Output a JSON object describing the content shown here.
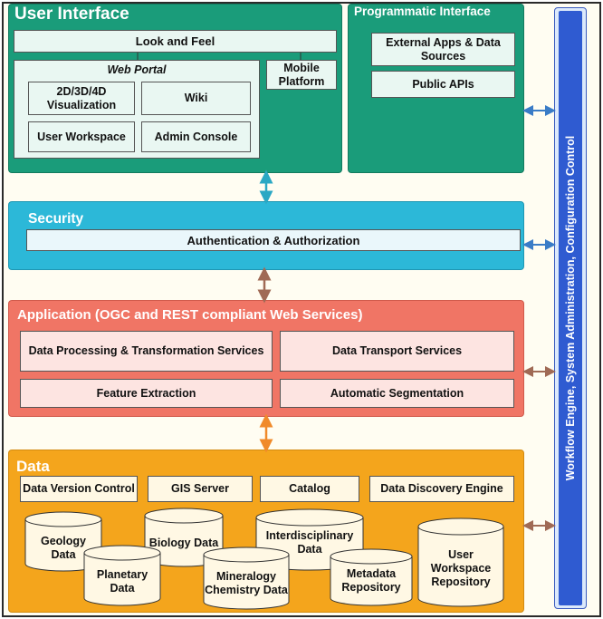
{
  "user_interface": {
    "title": "User Interface",
    "look_and_feel": "Look and Feel",
    "web_portal": {
      "title": "Web Portal",
      "visualization": "2D/3D/4D Visualization",
      "wiki": "Wiki",
      "user_workspace": "User Workspace",
      "admin_console": "Admin Console"
    },
    "mobile_platform": "Mobile Platform"
  },
  "programmatic_interface": {
    "title": "Programmatic Interface",
    "external_apps": "External Apps & Data Sources",
    "public_apis": "Public APIs"
  },
  "security": {
    "title": "Security",
    "auth": "Authentication & Authorization"
  },
  "application": {
    "title": "Application (OGC and REST compliant Web Services)",
    "data_processing": "Data Processing & Transformation Services",
    "data_transport": "Data Transport Services",
    "feature_extraction": "Feature Extraction",
    "automatic_segmentation": "Automatic Segmentation"
  },
  "data": {
    "title": "Data",
    "version_control": "Data Version Control",
    "gis_server": "GIS Server",
    "catalog": "Catalog",
    "discovery_engine": "Data Discovery Engine",
    "stores": {
      "geology": "Geology Data",
      "planetary": "Planetary Data",
      "biology": "Biology Data",
      "mineralogy": "Mineralogy Chemistry Data",
      "interdisciplinary": "Interdisciplinary Data",
      "metadata": "Metadata Repository",
      "workspace_repo": "User Workspace Repository"
    }
  },
  "workflow": {
    "label": "Workflow Engine, System Administration, Configuration Control"
  },
  "colors": {
    "ui_teal": "#1a9c7a",
    "security_cyan": "#2cb8d8",
    "application_salmon": "#f07565",
    "data_orange": "#f4a51c",
    "workflow_blue": "#2f5bd1"
  }
}
